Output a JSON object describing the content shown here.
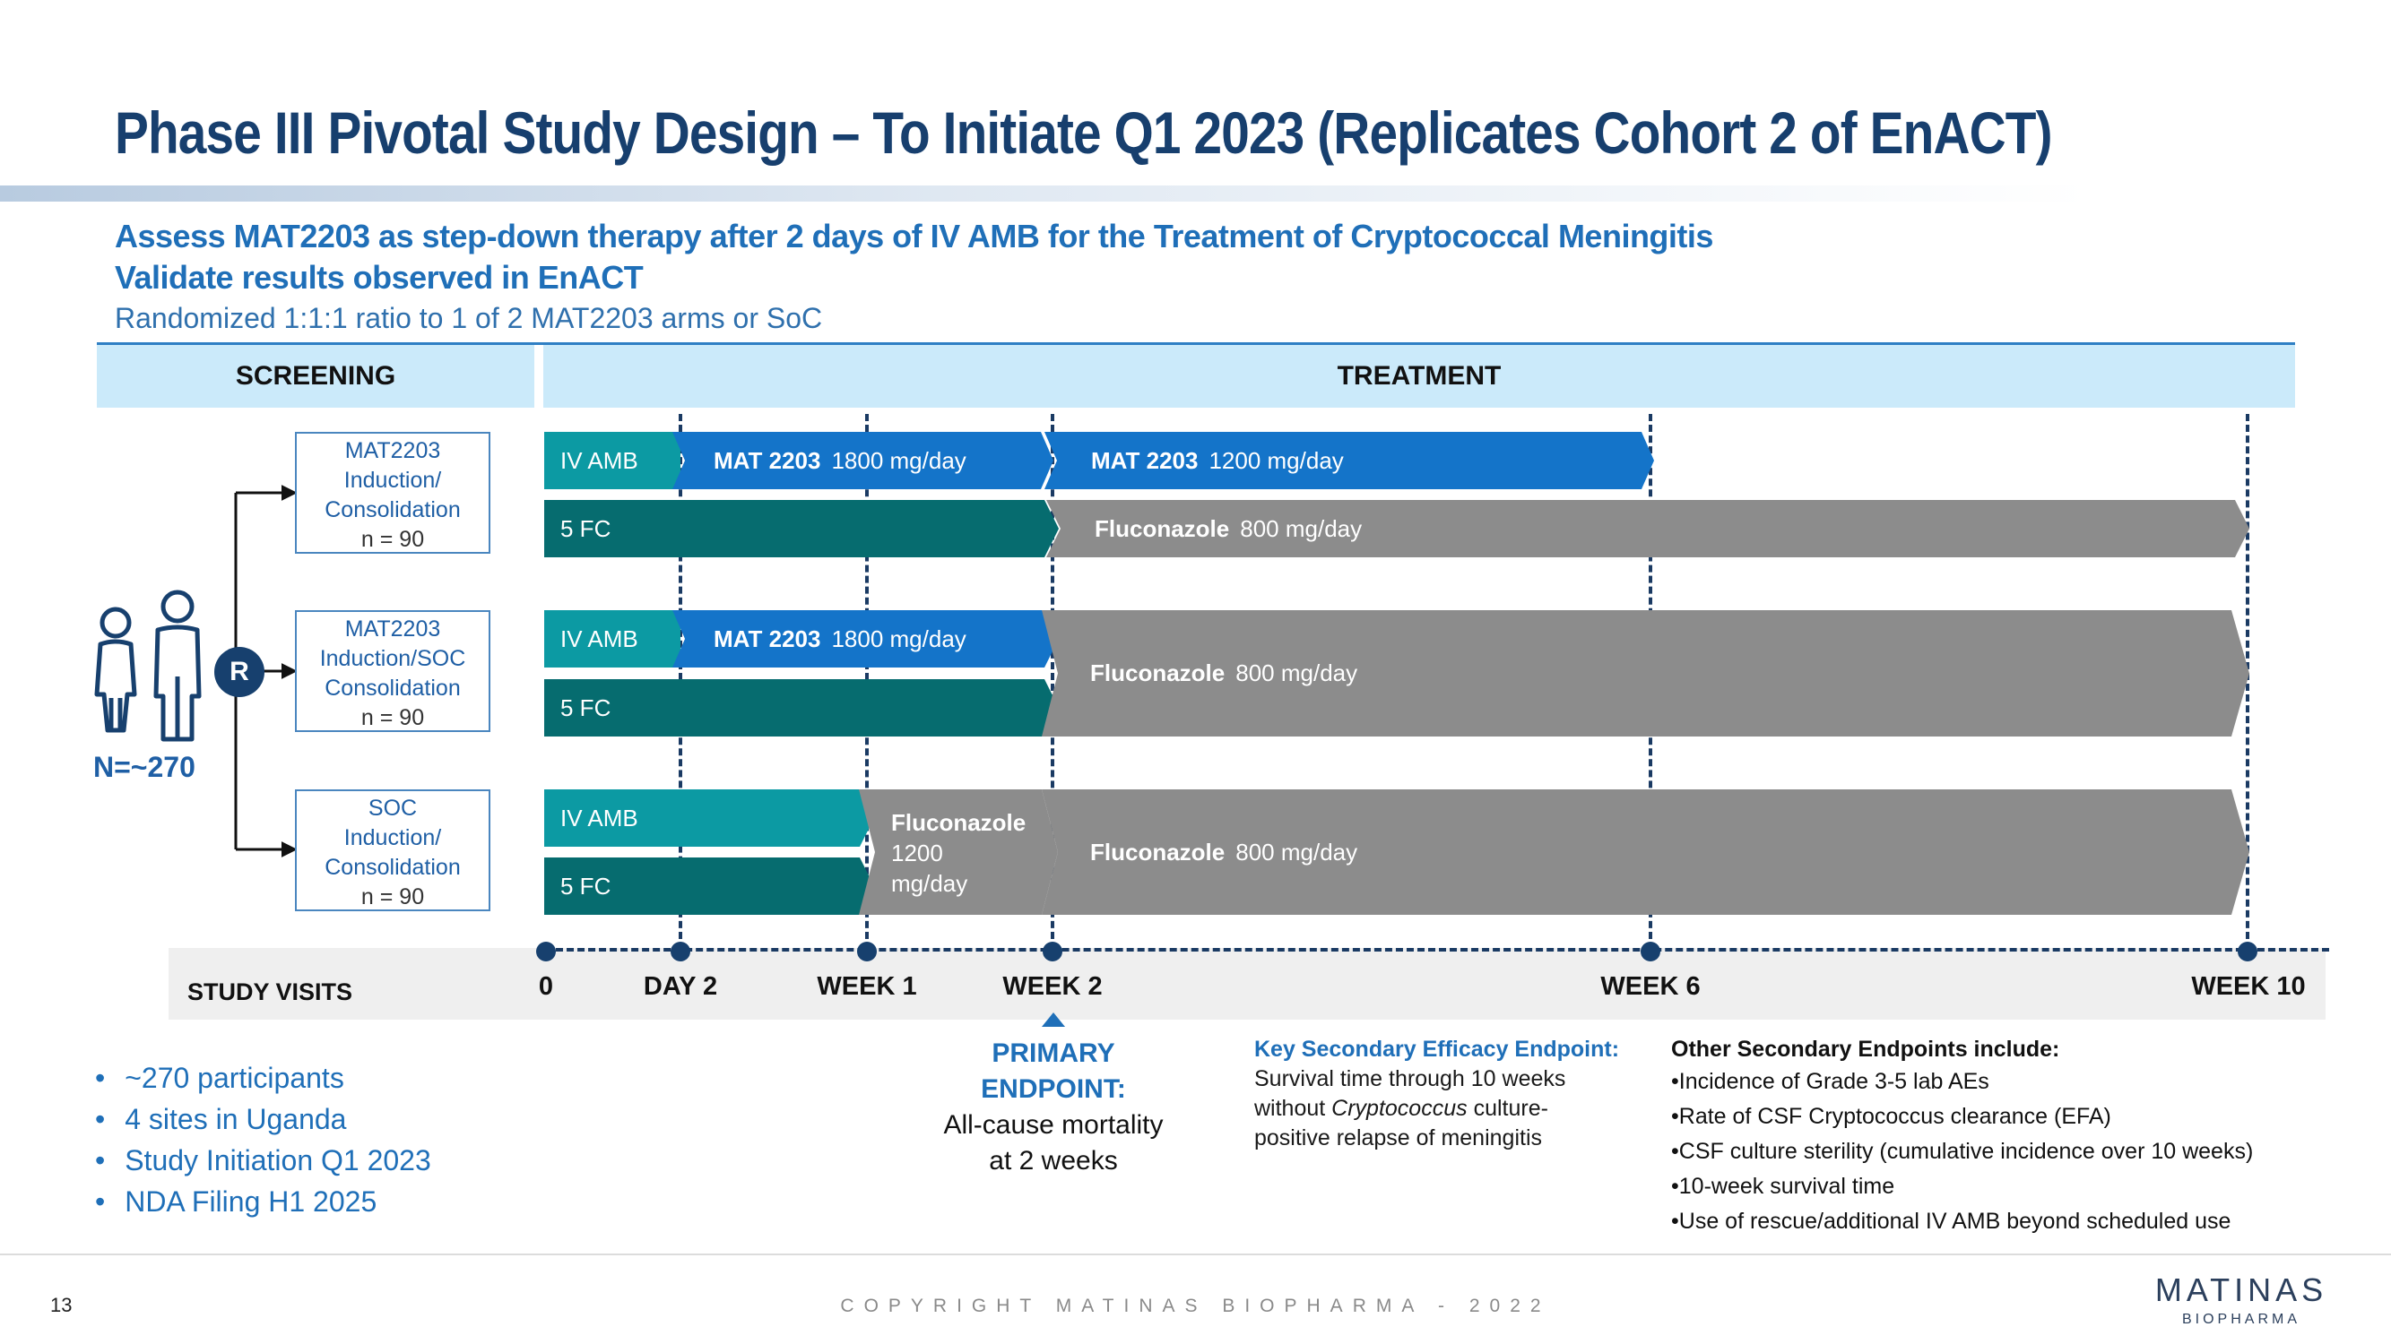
{
  "title": "Phase III Pivotal Study Design – To Initiate Q1 2023 (Replicates Cohort 2 of EnACT)",
  "subtitle_1": "Assess MAT2203 as step-down therapy after 2 days of IV AMB for the Treatment of Cryptococcal Meningitis",
  "subtitle_2": "Validate results observed in EnACT",
  "subtitle_3": "Randomized 1:1:1 ratio to 1 of 2 MAT2203 arms or SoC",
  "phases": {
    "screening": "SCREENING",
    "treatment": "TREATMENT"
  },
  "population": {
    "n_label": "N=~270",
    "randomize": "R"
  },
  "arms": [
    {
      "line1": "MAT2203",
      "line2": "Induction/",
      "line3": "Consolidation",
      "n": "n = 90"
    },
    {
      "line1": "MAT2203",
      "line2": "Induction/SOC",
      "line3": "Consolidation",
      "n": "n = 90"
    },
    {
      "line1": "SOC",
      "line2": "Induction/",
      "line3": "Consolidation",
      "n": "n = 90"
    }
  ],
  "bars": {
    "iv_amb": "IV AMB",
    "five_fc": "5 FC",
    "mat_drug": "MAT 2203",
    "mat_1800": "1800 mg/day",
    "mat_1200": "1200 mg/day",
    "fluconazole": "Fluconazole",
    "fluc_800": "800 mg/day",
    "fluc_1200_a": "1200",
    "fluc_1200_b": "mg/day"
  },
  "visits": {
    "label": "STUDY VISITS",
    "points": [
      "0",
      "DAY 2",
      "WEEK 1",
      "WEEK 2",
      "WEEK 6",
      "WEEK 10"
    ]
  },
  "bullets": [
    "~270 participants",
    "4 sites in Uganda",
    "Study Initiation Q1 2023",
    "NDA Filing H1 2025"
  ],
  "primary_endpoint": {
    "title_1": "PRIMARY",
    "title_2": "ENDPOINT:",
    "text_1": "All-cause mortality",
    "text_2": "at 2 weeks"
  },
  "key_secondary": {
    "title": "Key Secondary Efficacy Endpoint:",
    "line1": "Survival time through 10 weeks",
    "line2_pre": "without ",
    "line2_italic": "Cryptococcus",
    "line2_post": " culture-",
    "line3": "positive relapse of meningitis"
  },
  "other_secondary": {
    "title": "Other Secondary Endpoints include:",
    "items": [
      "Incidence of Grade 3-5 lab AEs",
      "Rate of CSF Cryptococcus clearance (EFA)",
      "CSF culture sterility (cumulative incidence over 10 weeks)",
      "10-week survival time",
      "Use of rescue/additional IV AMB beyond scheduled use"
    ]
  },
  "footer": {
    "page_number": "13",
    "copyright": "COPYRIGHT MATINAS BIOPHARMA - 2022",
    "logo_main": "MATINAS",
    "logo_sub": "BIOPHARMA"
  },
  "colors": {
    "title": "#173f6e",
    "accent_blue": "#1f6fb8",
    "iv_amb": "#0c9aa3",
    "five_fc": "#066c6f",
    "mat2203": "#1474c9",
    "fluconazole": "#8c8c8c",
    "phase_band": "#cbeafa"
  }
}
